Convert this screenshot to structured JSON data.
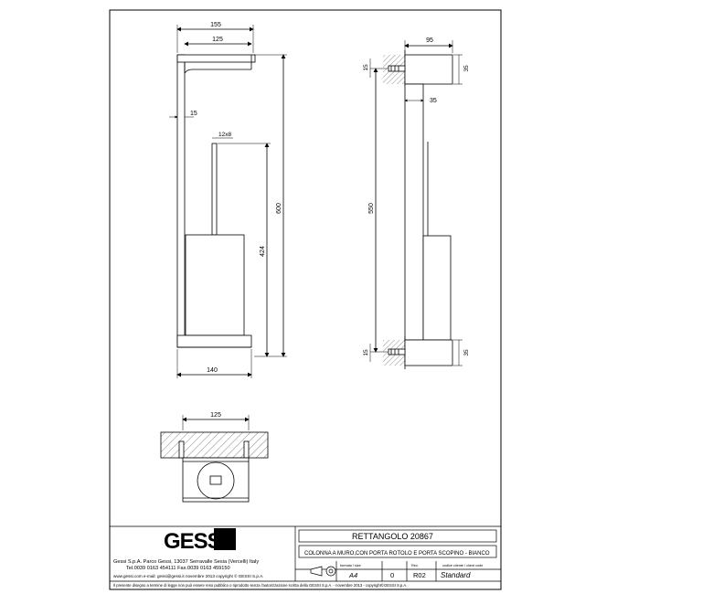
{
  "drawing": {
    "front_view": {
      "dim_overall_width": "155",
      "dim_roll_width": "125",
      "dim_post_thickness": "15",
      "dim_brush_handle": "12x8",
      "dim_total_height": "600",
      "dim_brush_height": "424",
      "dim_base_width": "140"
    },
    "side_view": {
      "dim_depth": "95",
      "dim_top_block": "35",
      "dim_top_spacer": "15",
      "dim_mid": "35",
      "dim_fixing_height": "550",
      "dim_bottom_spacer": "15",
      "dim_bottom_block": "35"
    },
    "top_view": {
      "dim_width": "125"
    }
  },
  "title_block": {
    "logo_text": "GESSI",
    "company_line1": "Gessi S.p.A. Parco Gessi, 13037 Serravalle Sesia (Vercelli) Italy",
    "company_line2": "Tel.0039 0163 454111 Fax.0039 0163 459150",
    "company_line3": "www.gessi.com  e-mail: gessi@gessi.it  novembre 2013  copyright © GESSI S.p.A.",
    "product_name": "RETTANGOLO 20867",
    "product_description": "COLONNA A MURO,CON PORTA ROTOLO E PORTA SCOPINO - BIANCO",
    "format_label": "formato / size",
    "format_value": "A4",
    "scale_value": "0",
    "rev_label": "Rev.",
    "rev_value": "R02",
    "client_code_label": "codice cliente / client code",
    "client_code_value": "Standard",
    "legal_notice": "Il presente disegno a termine di legge non può essere reso pubblico o riprodotto senza l'autorizzazione scritta della GESSI S.p.A. - novembre 2013 - copyright©GESSI S.p.A."
  }
}
